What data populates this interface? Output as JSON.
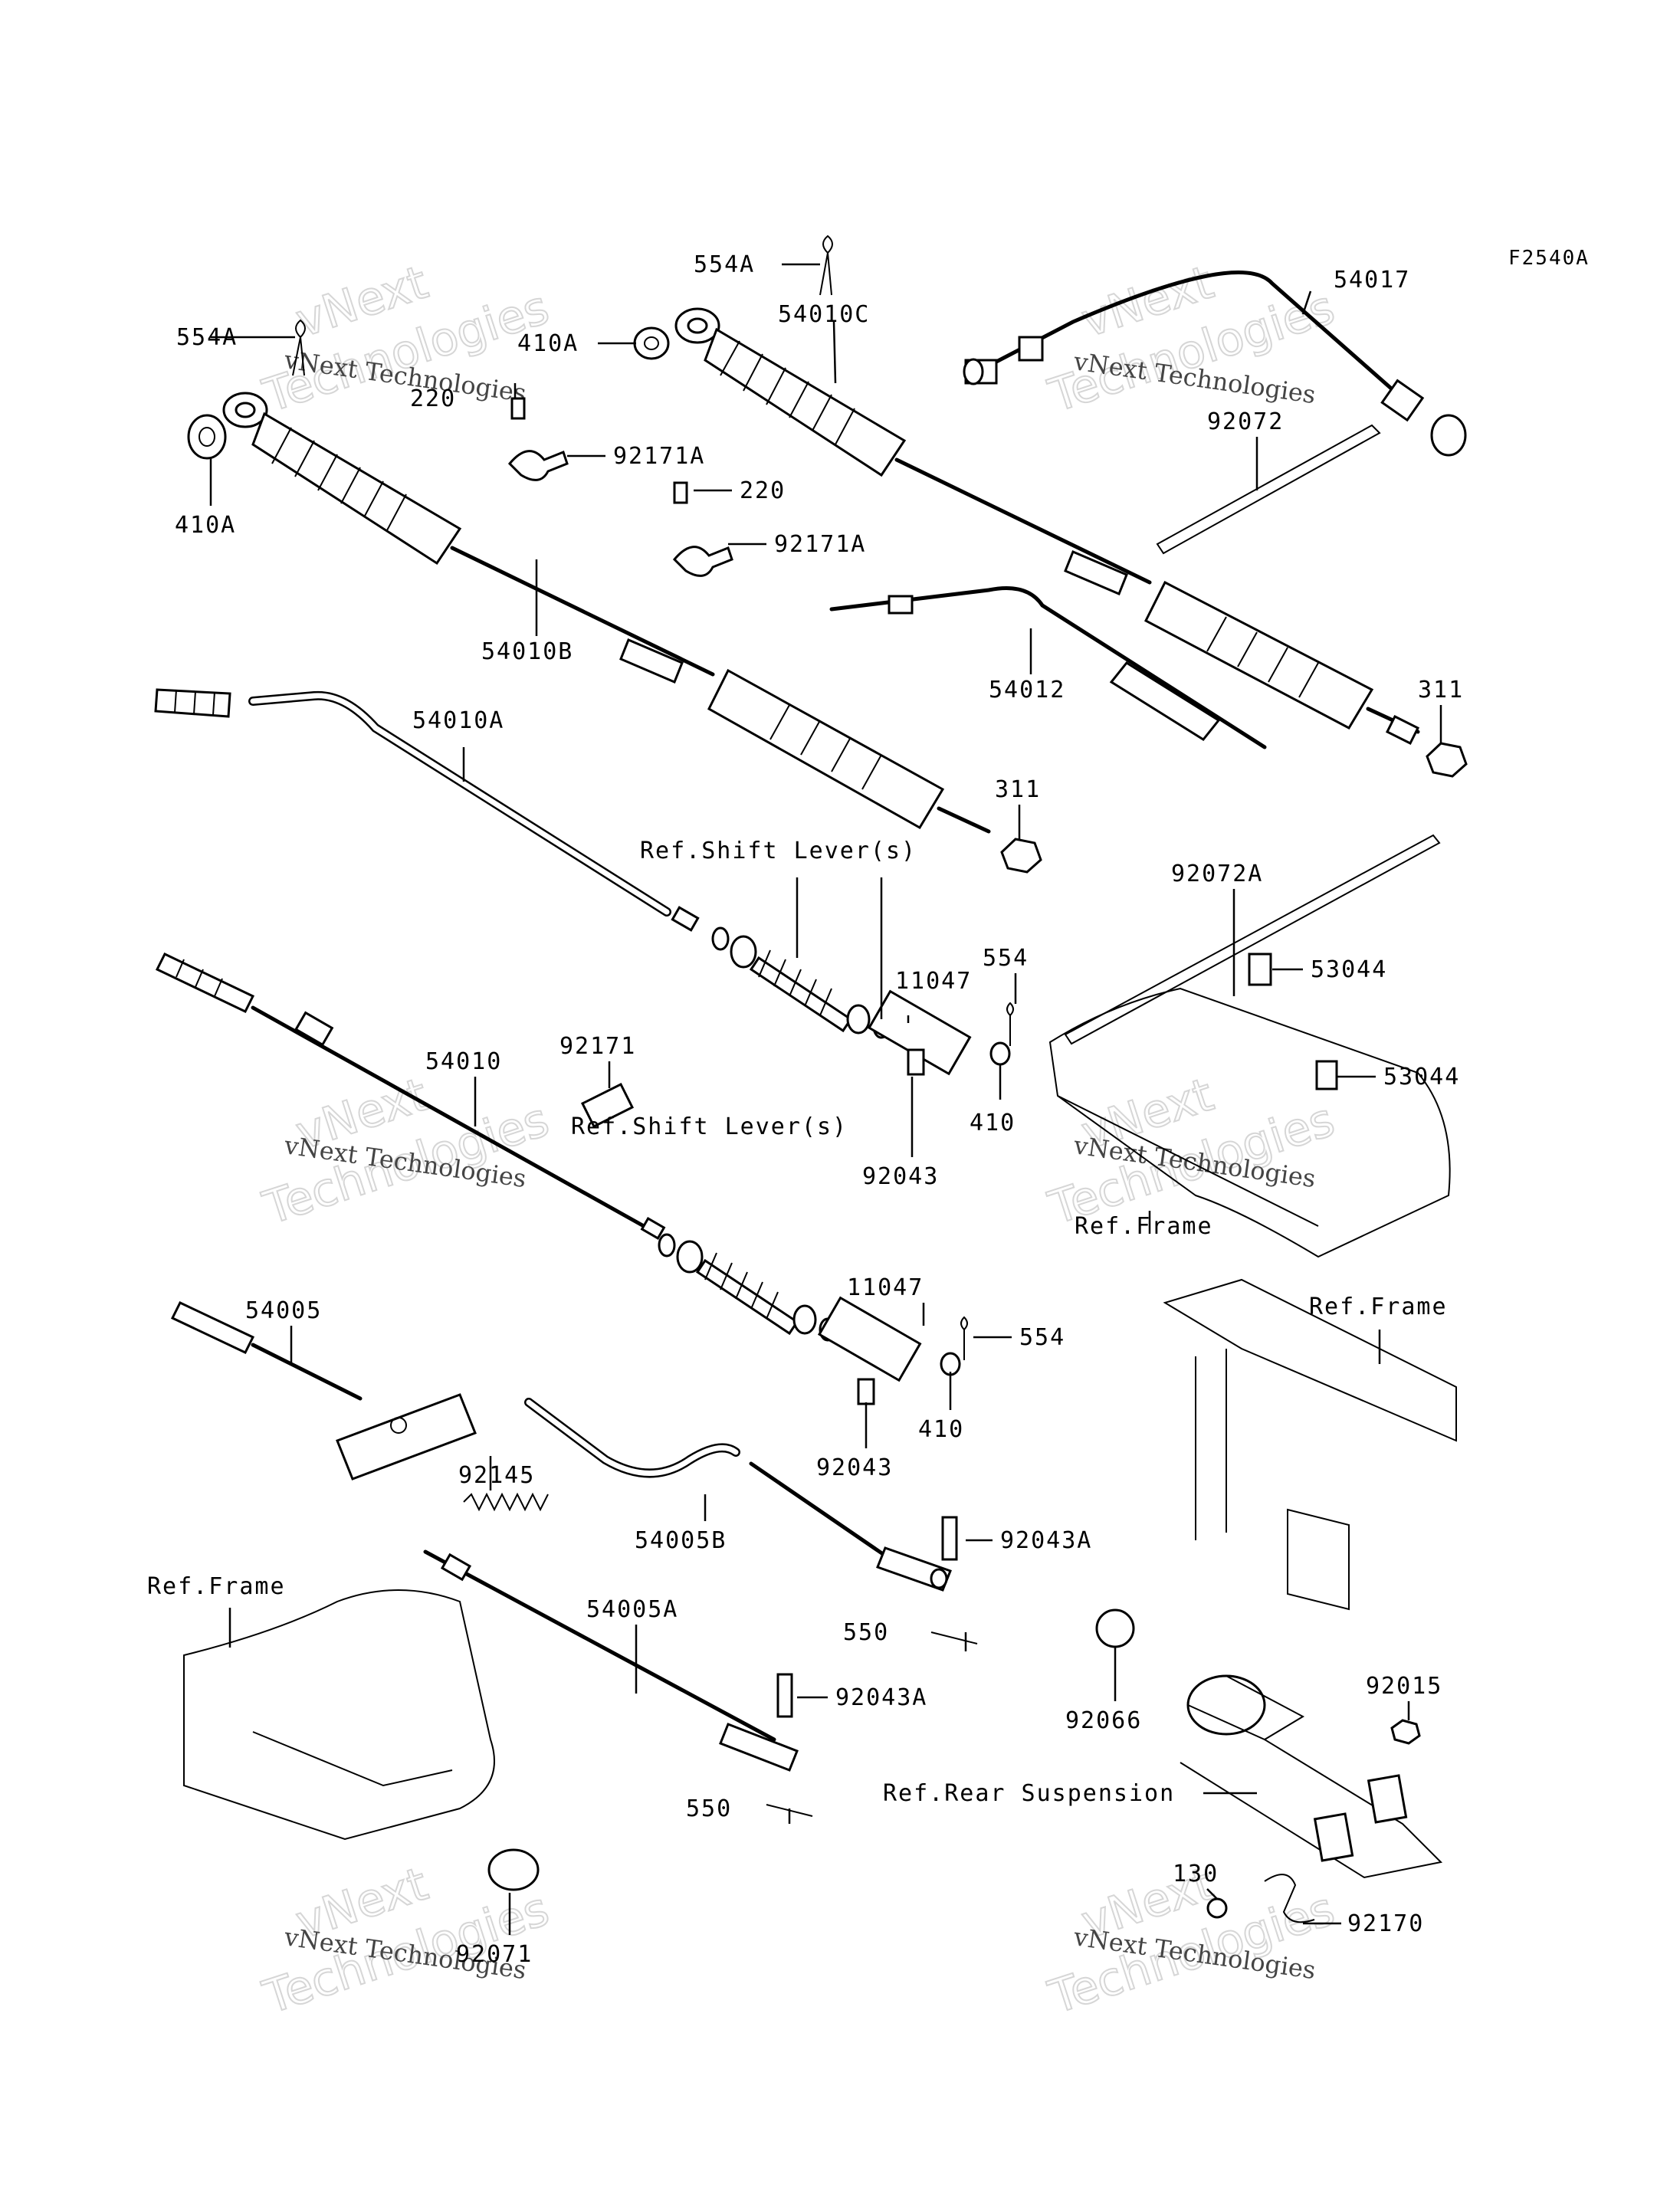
{
  "figure_code": "F2540A",
  "watermark": {
    "line1": "vNext",
    "line2": "Technologies",
    "caption": "vNext Technologies"
  },
  "parts": [
    {
      "id": "p554A_top",
      "label": "554A"
    },
    {
      "id": "p54010C",
      "label": "54010C"
    },
    {
      "id": "p54017",
      "label": "54017"
    },
    {
      "id": "p554A_left",
      "label": "554A"
    },
    {
      "id": "p410A_top",
      "label": "410A"
    },
    {
      "id": "p220_top",
      "label": "220"
    },
    {
      "id": "p92171A_top",
      "label": "92171A"
    },
    {
      "id": "p92072",
      "label": "92072"
    },
    {
      "id": "p410A_left",
      "label": "410A"
    },
    {
      "id": "p220_mid",
      "label": "220"
    },
    {
      "id": "p92171A_mid",
      "label": "92171A"
    },
    {
      "id": "p54010B",
      "label": "54010B"
    },
    {
      "id": "p54012",
      "label": "54012"
    },
    {
      "id": "p311_right",
      "label": "311"
    },
    {
      "id": "p54010A",
      "label": "54010A"
    },
    {
      "id": "p311_mid",
      "label": "311"
    },
    {
      "id": "p92072A",
      "label": "92072A"
    },
    {
      "id": "p11047_top",
      "label": "11047"
    },
    {
      "id": "p554_top",
      "label": "554"
    },
    {
      "id": "p53044_a",
      "label": "53044"
    },
    {
      "id": "p53044_b",
      "label": "53044"
    },
    {
      "id": "p92171",
      "label": "92171"
    },
    {
      "id": "p54010",
      "label": "54010"
    },
    {
      "id": "p410_top",
      "label": "410"
    },
    {
      "id": "p92043_top",
      "label": "92043"
    },
    {
      "id": "p11047_mid",
      "label": "11047"
    },
    {
      "id": "p554_mid",
      "label": "554"
    },
    {
      "id": "p54005",
      "label": "54005"
    },
    {
      "id": "p410_mid",
      "label": "410"
    },
    {
      "id": "p92145",
      "label": "92145"
    },
    {
      "id": "p92043_mid",
      "label": "92043"
    },
    {
      "id": "p54005B",
      "label": "54005B"
    },
    {
      "id": "p92043A_a",
      "label": "92043A"
    },
    {
      "id": "p54005A",
      "label": "54005A"
    },
    {
      "id": "p550_a",
      "label": "550"
    },
    {
      "id": "p92043A_b",
      "label": "92043A"
    },
    {
      "id": "p550_b",
      "label": "550"
    },
    {
      "id": "p92066",
      "label": "92066"
    },
    {
      "id": "p92015",
      "label": "92015"
    },
    {
      "id": "p130",
      "label": "130"
    },
    {
      "id": "p92170",
      "label": "92170"
    },
    {
      "id": "p92071",
      "label": "92071"
    }
  ],
  "references": [
    {
      "id": "r_shift1",
      "label": "Ref.Shift Lever(s)"
    },
    {
      "id": "r_shift2",
      "label": "Ref.Shift Lever(s)"
    },
    {
      "id": "r_frame1",
      "label": "Ref.Frame"
    },
    {
      "id": "r_frame2",
      "label": "Ref.Frame"
    },
    {
      "id": "r_frame3",
      "label": "Ref.Frame"
    },
    {
      "id": "r_susp",
      "label": "Ref.Rear Suspension"
    }
  ]
}
